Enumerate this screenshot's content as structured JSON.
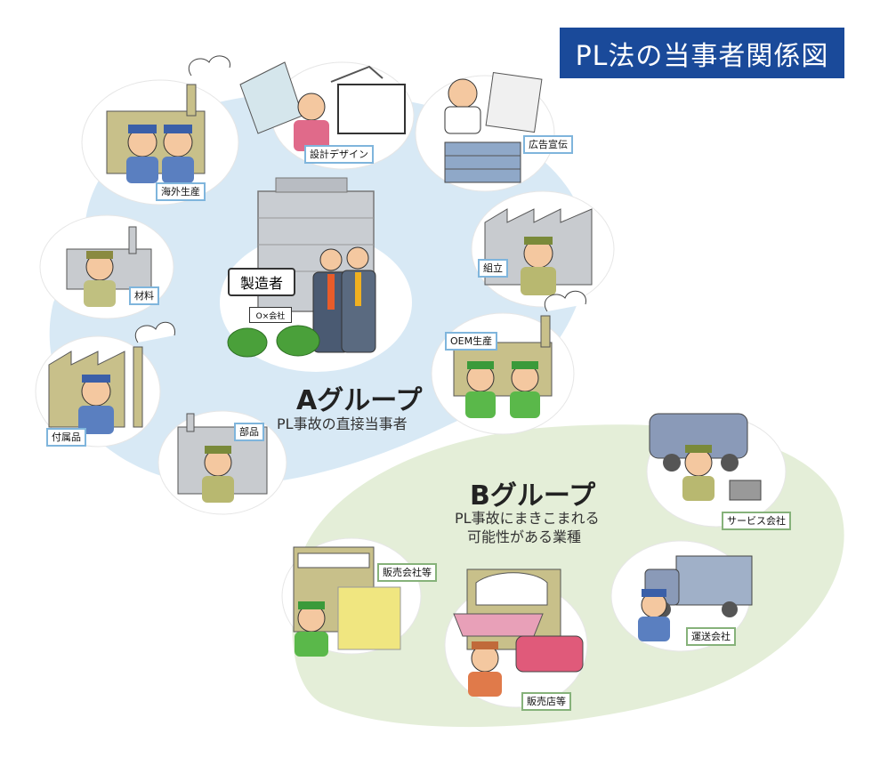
{
  "title": "PL法の当事者関係図",
  "group_a": {
    "title": "Aグループ",
    "subtitle": "PL事故の直接当事者",
    "center_label": "製造者",
    "center_sign": "O×会社",
    "members": [
      "海外生産",
      "設計デザイン",
      "広告宣伝",
      "組立",
      "OEM生産",
      "材料",
      "付属品",
      "部品"
    ]
  },
  "group_b": {
    "title": "Bグループ",
    "subtitle_line1": "PL事故にまきこまれる",
    "subtitle_line2": "可能性がある業種",
    "members": [
      "サービス会社",
      "販売会社等",
      "運送会社",
      "販売店等"
    ]
  },
  "colors": {
    "title_bg": "#1a4a9a",
    "group_a_bg": "#d8e9f5",
    "group_b_bg": "#e4eed8",
    "tag_border_a": "#7fb5dc",
    "tag_border_b": "#86b27a"
  }
}
